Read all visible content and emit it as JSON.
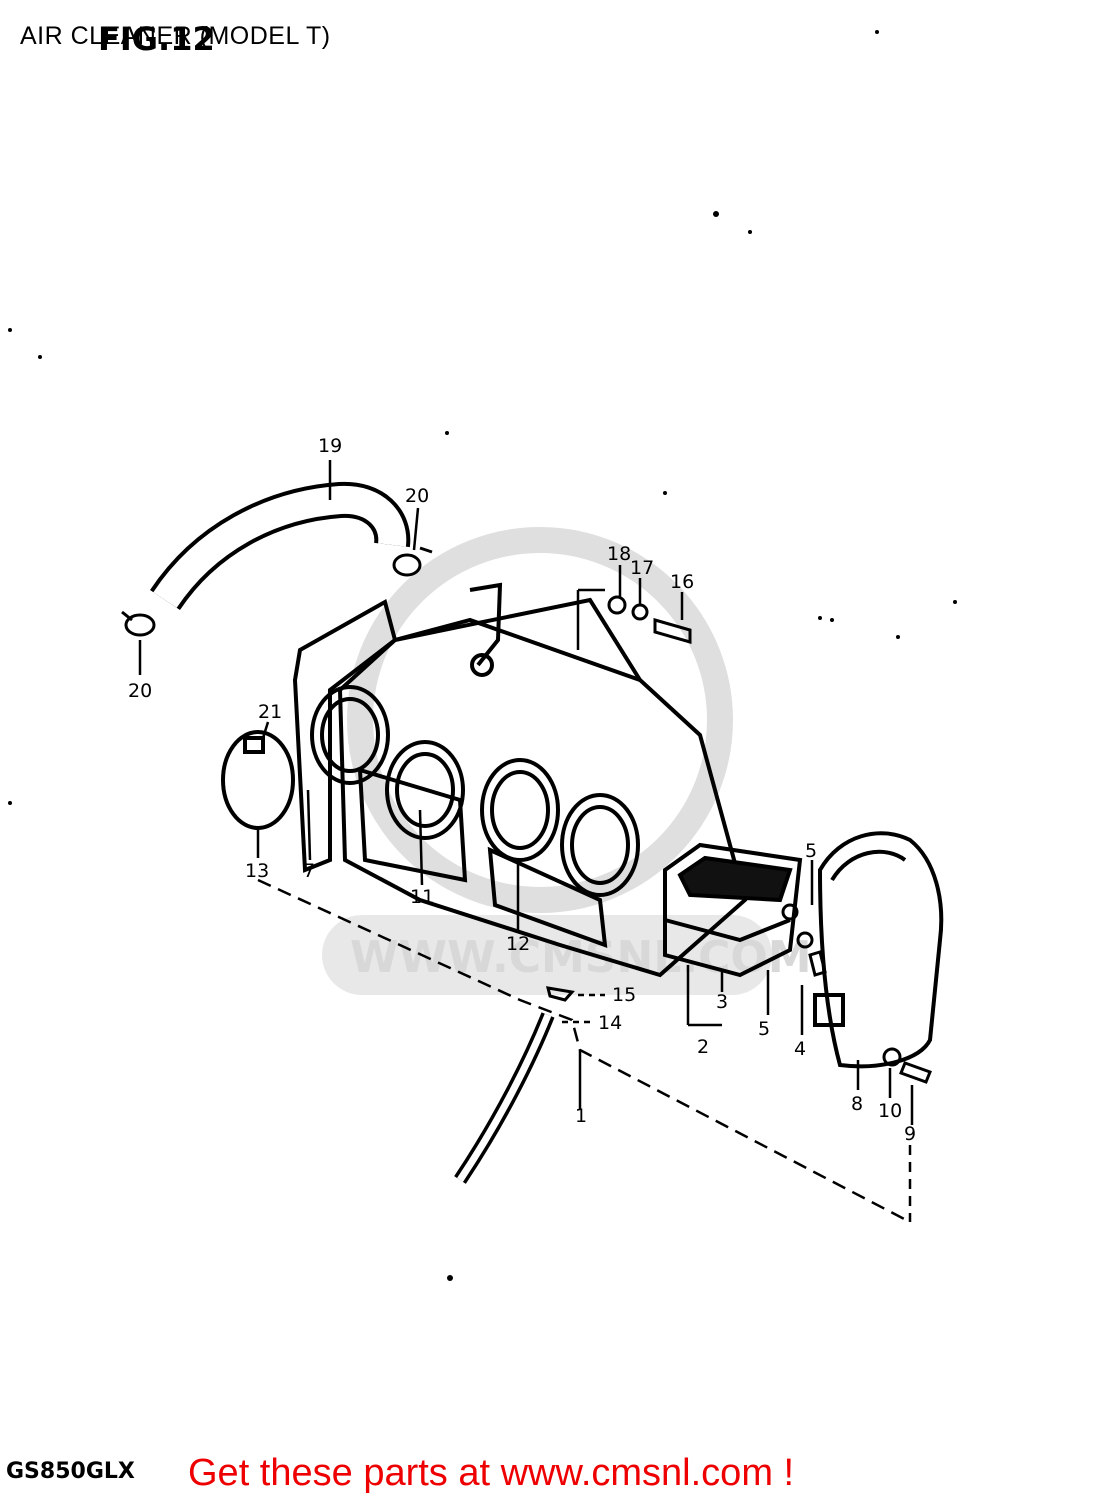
{
  "header": {
    "title": "AIR CLEANER (MODEL T)",
    "figure_label": "FIG.12"
  },
  "watermark": {
    "text": "WWW.CMSNL.COM"
  },
  "callouts": [
    {
      "id": "c1",
      "text": "1"
    },
    {
      "id": "c2",
      "text": "2"
    },
    {
      "id": "c3",
      "text": "3"
    },
    {
      "id": "c4",
      "text": "4"
    },
    {
      "id": "c5a",
      "text": "5"
    },
    {
      "id": "c5b",
      "text": "5"
    },
    {
      "id": "c7",
      "text": "7"
    },
    {
      "id": "c8",
      "text": "8"
    },
    {
      "id": "c9",
      "text": "9"
    },
    {
      "id": "c10",
      "text": "10"
    },
    {
      "id": "c11",
      "text": "11"
    },
    {
      "id": "c12",
      "text": "12"
    },
    {
      "id": "c13",
      "text": "13"
    },
    {
      "id": "c14",
      "text": "14"
    },
    {
      "id": "c15",
      "text": "15"
    },
    {
      "id": "c16",
      "text": "16"
    },
    {
      "id": "c17",
      "text": "17"
    },
    {
      "id": "c18",
      "text": "18"
    },
    {
      "id": "c19",
      "text": "19"
    },
    {
      "id": "c20a",
      "text": "20"
    },
    {
      "id": "c20b",
      "text": "20"
    },
    {
      "id": "c21",
      "text": "21"
    }
  ],
  "footer": {
    "model_code": "GS850GLX",
    "promo_text": "Get these parts at www.cmsnl.com !",
    "promo_color": "#ee0000"
  }
}
